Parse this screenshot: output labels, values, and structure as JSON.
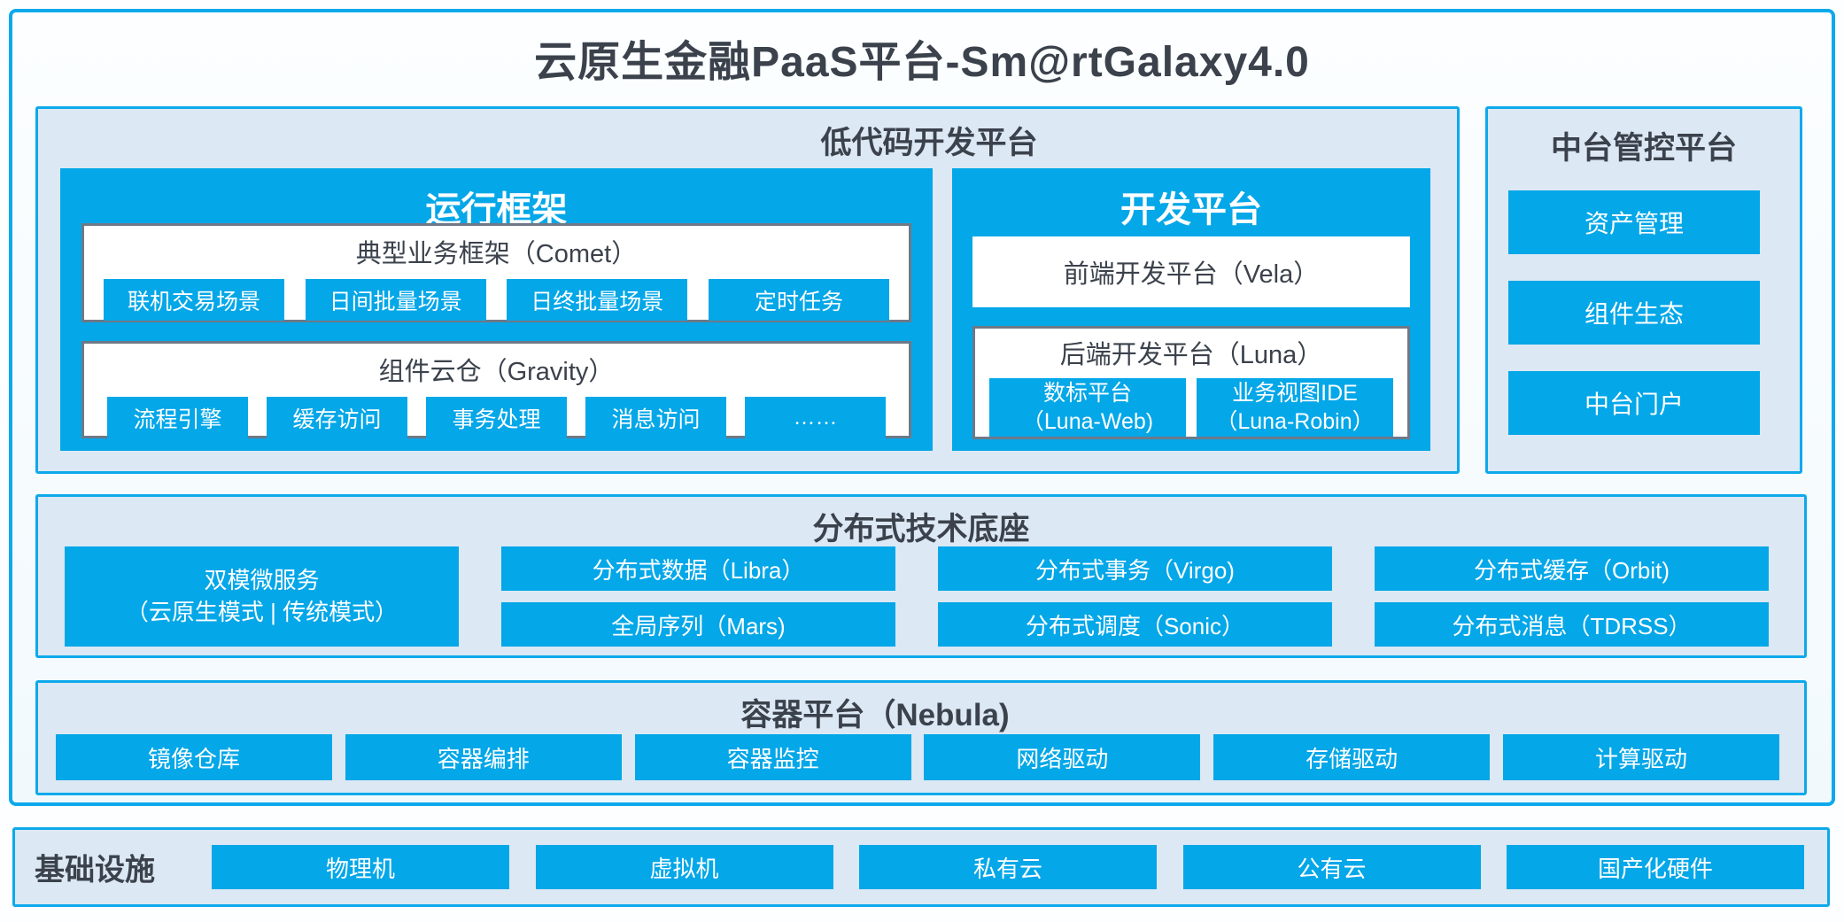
{
  "title": "云原生金融PaaS平台-Sm@rtGalaxy4.0",
  "colors": {
    "accent_blue": "#04a7e8",
    "border_blue": "#0da9eb",
    "section_bg": "#dce8f4",
    "gray_border": "#6e7987",
    "dark_text": "#3b424c",
    "white_text": "#ffffff"
  },
  "lowcode": {
    "header": "低代码开发平台",
    "runtime": {
      "title": "运行框架",
      "comet": {
        "title": "典型业务框架（Comet）",
        "items": [
          "联机交易场景",
          "日间批量场景",
          "日终批量场景",
          "定时任务"
        ]
      },
      "gravity": {
        "title": "组件云仓（Gravity）",
        "items": [
          "流程引擎",
          "缓存访问",
          "事务处理",
          "消息访问",
          "……"
        ]
      }
    },
    "devplat": {
      "title": "开发平台",
      "vela": "前端开发平台（Vela）",
      "luna": {
        "title": "后端开发平台（Luna）",
        "items": [
          {
            "l1": "数标平台",
            "l2": "（Luna-Web)"
          },
          {
            "l1": "业务视图IDE",
            "l2": "（Luna-Robin）"
          }
        ]
      }
    }
  },
  "midplatform": {
    "header": "中台管控平台",
    "items": [
      "资产管理",
      "组件生态",
      "中台门户"
    ]
  },
  "distributed": {
    "header": "分布式技术底座",
    "dual": {
      "l1": "双模微服务",
      "l2": "（云原生模式 | 传统模式）"
    },
    "row1": [
      "分布式数据（Libra）",
      "分布式事务（Virgo)",
      "分布式缓存（Orbit)"
    ],
    "row2": [
      "全局序列（Mars)",
      "分布式调度（Sonic）",
      "分布式消息（TDRSS）"
    ]
  },
  "container_platform": {
    "header": "容器平台（Nebula)",
    "items": [
      "镜像仓库",
      "容器编排",
      "容器监控",
      "网络驱动",
      "存储驱动",
      "计算驱动"
    ]
  },
  "infrastructure": {
    "label": "基础设施",
    "items": [
      "物理机",
      "虚拟机",
      "私有云",
      "公有云",
      "国产化硬件"
    ]
  }
}
